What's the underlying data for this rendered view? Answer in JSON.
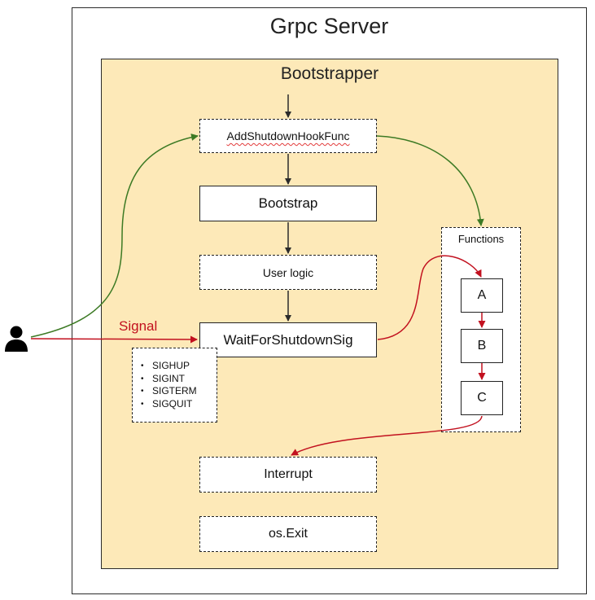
{
  "server": {
    "title": "Grpc Server"
  },
  "bootstrapper": {
    "title": "Bootstrapper"
  },
  "nodes": {
    "add_shutdown_hook": "AddShutdownHookFunc",
    "bootstrap": "Bootstrap",
    "user_logic": "User logic",
    "wait_for_shutdown": "WaitForShutdownSig",
    "interrupt": "Interrupt",
    "os_exit": "os.Exit"
  },
  "functions": {
    "label": "Functions",
    "items": [
      "A",
      "B",
      "C"
    ]
  },
  "signal": {
    "label": "Signal",
    "list": [
      "SIGHUP",
      "SIGINT",
      "SIGTERM",
      "SIGQUIT"
    ]
  },
  "icons": {
    "user": "user-icon",
    "bullet": "•"
  },
  "colors": {
    "background": "#ffffff",
    "bootstrapper_fill": "#fde9b8",
    "border": "#222222",
    "flow_arrow": "#2b2b2b",
    "hook_arrow": "#3c7a24",
    "signal_arrow": "#c2111f"
  }
}
